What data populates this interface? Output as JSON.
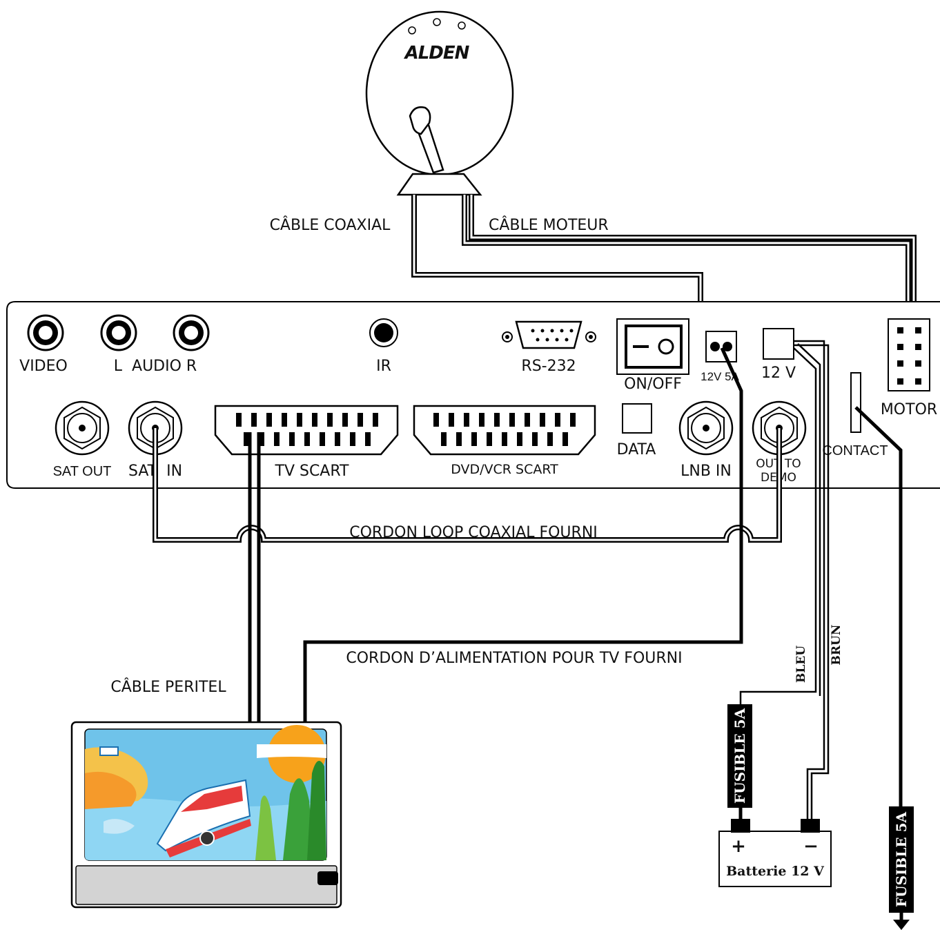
{
  "dish": {
    "brand": "ALDEN"
  },
  "cables": {
    "coax": "CÂBLE COAXIAL",
    "motor": "CÂBLE MOTEUR",
    "loop": "CORDON LOOP COAXIAL FOURNI",
    "tv_power": "CORDON D’ALIMENTATION POUR TV FOURNI",
    "peritel": "CÂBLE PERITEL",
    "bleu": "BLEU",
    "brun": "BRUN"
  },
  "panel": {
    "video": "VIDEO",
    "audio": "L  AUDIO R",
    "ir": "IR",
    "rs232": "RS-232",
    "onoff": "ON/OFF",
    "power_12v5a": "12V 5A",
    "power_12v": "12 V",
    "motor": "MOTOR",
    "sat_out": "SAT OUT",
    "sat_in": "SAT  IN",
    "tv_scart": "TV SCART",
    "dvd_scart": "DVD/VCR SCART",
    "data": "DATA",
    "lnb_in": "LNB IN",
    "out_to": "OUT TO",
    "demo": "DEMO",
    "contact": "CONTACT"
  },
  "fuse": {
    "label": "FUSIBLE 5A"
  },
  "battery": {
    "plus": "+",
    "minus": "−",
    "label": "Batterie 12 V"
  },
  "colors": {
    "line": "#000000",
    "background": "#ffffff",
    "tv_screen_sky": "#6fc3ea",
    "tv_sun": "#f7a21b"
  }
}
